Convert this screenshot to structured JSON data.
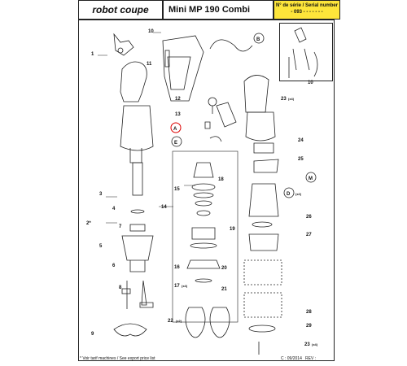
{
  "header": {
    "brand": "robot coupe",
    "model": "Mini MP 190 Combi",
    "serial_label": "N° de série / Serial number",
    "serial_value": "- 093 - - - - -  - -"
  },
  "callouts": [
    "1",
    "10",
    "B",
    "11",
    "12",
    "13",
    "A",
    "E",
    "14",
    "15",
    "16",
    "17",
    "18",
    "19",
    "20",
    "21",
    "22",
    "24",
    "25",
    "26",
    "27",
    "28",
    "29",
    "23",
    "M",
    "D",
    "2*",
    "3",
    "4",
    "5",
    "6",
    "7",
    "8",
    "9"
  ],
  "qty_labels": {
    "q23_top": "(x4)",
    "q17": "(x4)",
    "q22": "(x2)",
    "qD": "(x2)",
    "q23_bottom": "(x4)"
  },
  "footer": {
    "left": "* Voir tarif machines / See export price list",
    "right_date": "C : 09/2014",
    "right_rev": "REV :"
  }
}
